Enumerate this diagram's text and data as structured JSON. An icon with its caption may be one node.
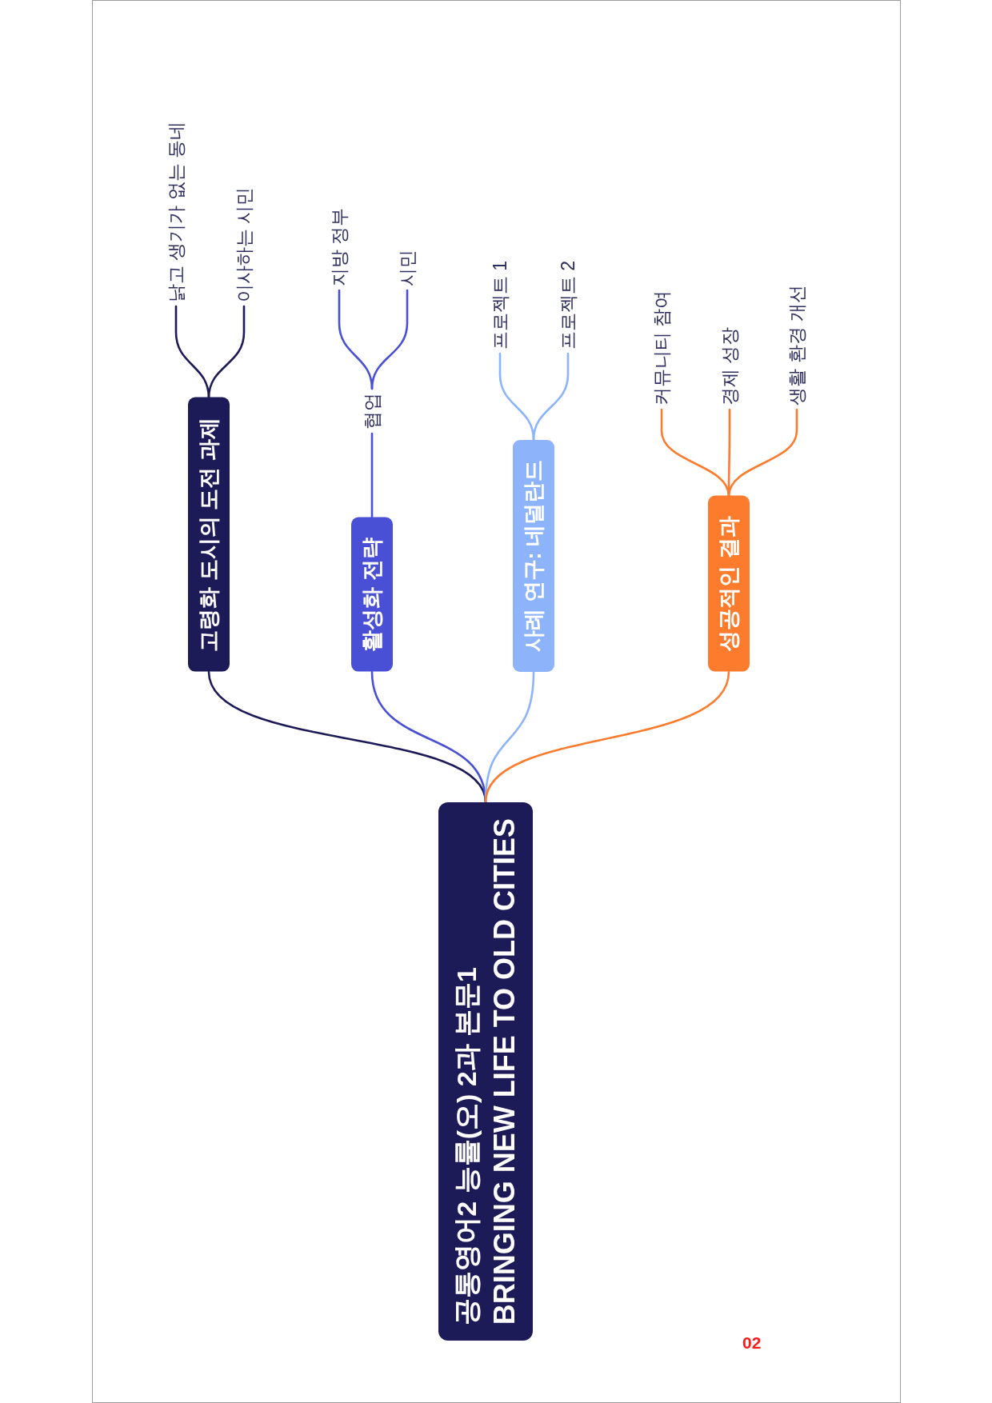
{
  "diagram": {
    "nodes": [
      {
        "text": [
          "공통영어2 능률(오) 2과 본문1",
          "BRINGING NEW LIFE TO OLD CITIES"
        ]
      },
      {
        "text": [
          "고령화 도시의 도전 과제"
        ]
      },
      {
        "text": [
          "낡고 생기가 없는 동네"
        ]
      },
      {
        "text": [
          "이사하는 시민"
        ]
      },
      {
        "text": [
          "활성화 전략"
        ]
      },
      {
        "text": [
          "협업"
        ]
      },
      {
        "text": [
          "지방 정부"
        ]
      },
      {
        "text": [
          "시민"
        ]
      },
      {
        "text": [
          "사례 연구: 네덜란드"
        ]
      },
      {
        "text": [
          "프로젝트 1"
        ]
      },
      {
        "text": [
          "프로젝트 2"
        ]
      },
      {
        "text": [
          "성공적인 결과"
        ]
      },
      {
        "text": [
          "커뮤니티 참여"
        ]
      },
      {
        "text": [
          "경제 성장"
        ]
      },
      {
        "text": [
          "생활 환경 개선"
        ]
      }
    ],
    "edges": [
      {
        "from": 0,
        "to": 1,
        "arrow": "none",
        "color": "#1c1a57"
      },
      {
        "from": 1,
        "to": 2,
        "arrow": "none",
        "color": "#1c1a57"
      },
      {
        "from": 1,
        "to": 3,
        "arrow": "none",
        "color": "#1c1a57"
      },
      {
        "from": 0,
        "to": 4,
        "arrow": "none",
        "color": "#4a50d5"
      },
      {
        "from": 4,
        "to": 5,
        "arrow": "none",
        "color": "#4a50d5"
      },
      {
        "from": 5,
        "to": 6,
        "arrow": "none",
        "color": "#4a50d5"
      },
      {
        "from": 5,
        "to": 7,
        "arrow": "none",
        "color": "#4a50d5"
      },
      {
        "from": 0,
        "to": 8,
        "arrow": "none",
        "color": "#8db3fa"
      },
      {
        "from": 8,
        "to": 9,
        "arrow": "none",
        "color": "#8db3fa"
      },
      {
        "from": 8,
        "to": 10,
        "arrow": "none",
        "color": "#8db3fa"
      },
      {
        "from": 0,
        "to": 11,
        "arrow": "none",
        "color": "#fc7b2c"
      },
      {
        "from": 11,
        "to": 12,
        "arrow": "none",
        "color": "#fc7b2c"
      },
      {
        "from": 11,
        "to": 13,
        "arrow": "none",
        "color": "#fc7b2c"
      },
      {
        "from": 11,
        "to": 14,
        "arrow": "none",
        "color": "#fc7b2c"
      }
    ],
    "labels": [
      "02"
    ]
  }
}
